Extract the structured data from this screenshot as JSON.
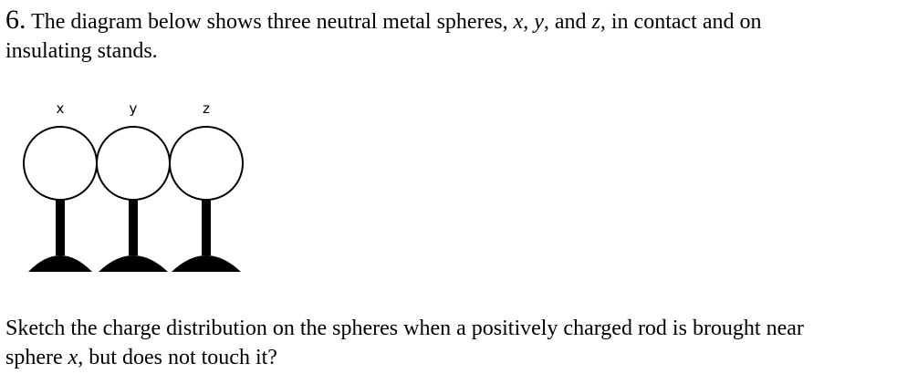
{
  "question": {
    "number": "6.",
    "intro_line1": {
      "pre": "The diagram below shows three neutral metal spheres, ",
      "x": "x",
      "sep1": ", ",
      "y": "y",
      "sep2": ", and ",
      "z": "z",
      "post": ", in contact and on"
    },
    "intro_line2": "insulating stands.",
    "task_line1": "Sketch the charge distribution on the spheres when a positively charged rod is brought near",
    "task_line2": {
      "pre": "sphere ",
      "x": "x",
      "post": ", but does not touch it?"
    }
  },
  "diagram": {
    "labels": [
      "x",
      "y",
      "z"
    ],
    "sphere_fill": "#ffffff",
    "stand_color": "#000000"
  }
}
